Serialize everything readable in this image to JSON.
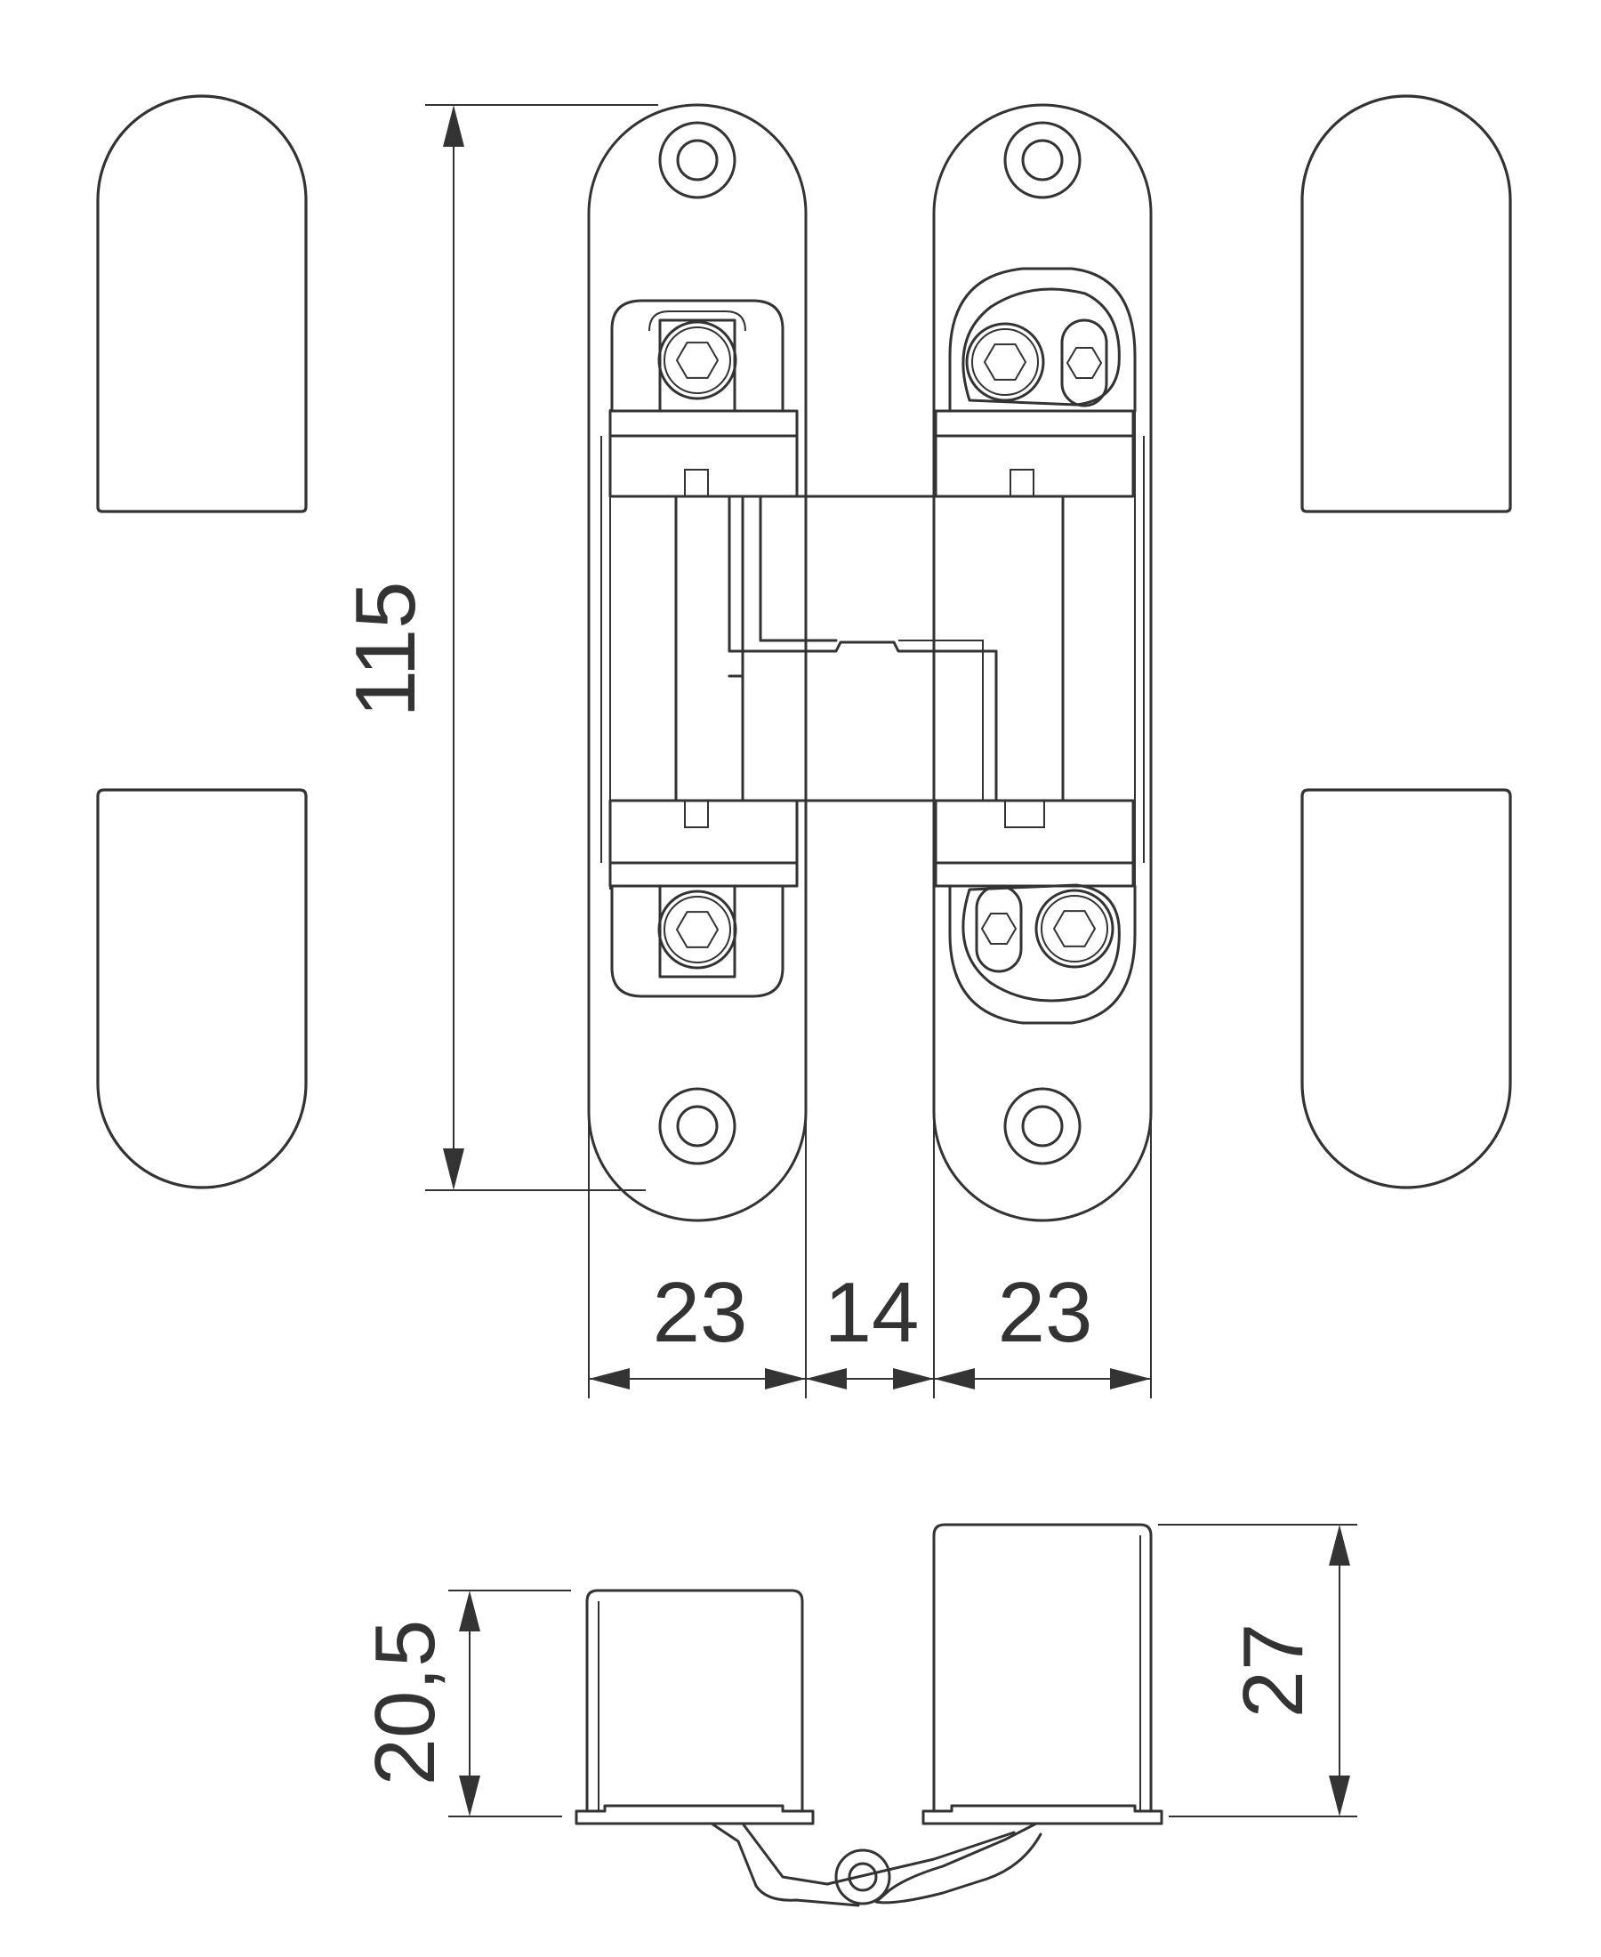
{
  "dimensions": {
    "height": "115",
    "left_leaf_width": "23",
    "gap_width": "14",
    "right_leaf_width": "23",
    "left_depth": "20,5",
    "right_depth": "27"
  },
  "colors": {
    "line": "#333333",
    "background": "#ffffff"
  }
}
